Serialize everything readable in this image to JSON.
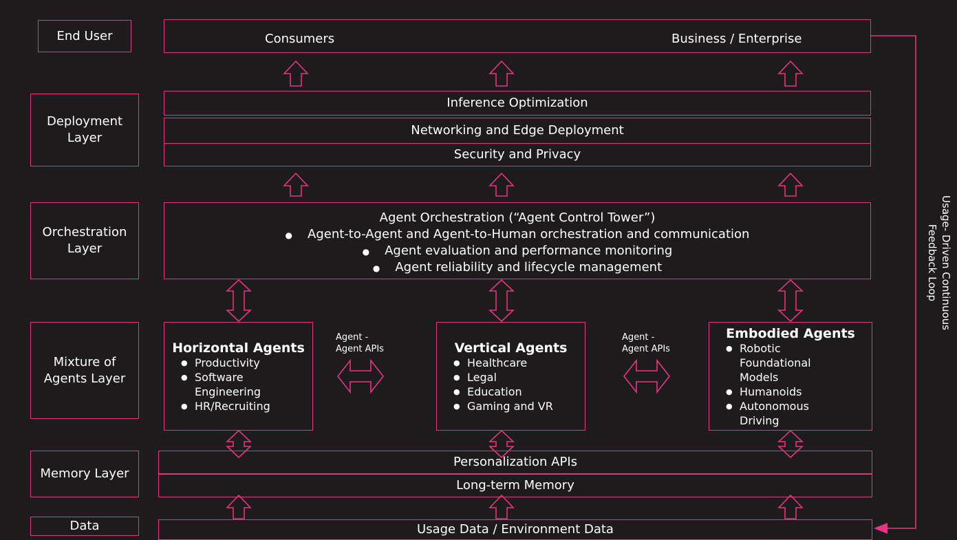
{
  "layers": {
    "end_user": "End User",
    "deployment": "Deployment Layer",
    "orchestration": "Orchestration Layer",
    "mixture": "Mixture of Agents Layer",
    "memory": "Memory Layer",
    "data": "Data"
  },
  "end_user": {
    "consumers": "Consumers",
    "business": "Business / Enterprise"
  },
  "deployment": {
    "inference": "Inference Optimization",
    "networking": "Networking and Edge Deployment",
    "security": "Security and Privacy"
  },
  "orchestration": {
    "title": "Agent Orchestration (“Agent Control Tower”)",
    "items": [
      "Agent-to-Agent and Agent-to-Human orchestration and communication",
      "Agent evaluation and performance monitoring",
      "Agent reliability and lifecycle management"
    ]
  },
  "agents": {
    "horizontal": {
      "title": "Horizontal Agents",
      "items": [
        "Productivity",
        "Software Engineering",
        "HR/Recruiting"
      ]
    },
    "vertical": {
      "title": "Vertical Agents",
      "items": [
        "Healthcare",
        "Legal",
        "Education",
        "Gaming and VR"
      ]
    },
    "embodied": {
      "title": "Embodied Agents",
      "items": [
        "Robotic Foundational Models",
        "Humanoids",
        "Autonomous Driving"
      ]
    },
    "api_label_line1": "Agent -",
    "api_label_line2": "Agent APIs"
  },
  "memory": {
    "personalization": "Personalization APIs",
    "long_term": "Long-term Memory"
  },
  "data": {
    "usage": "Usage Data / Environment Data"
  },
  "feedback": {
    "label": "Usage- Driven Continuous Feedback Loop"
  },
  "colors": {
    "accent": "#e8347e",
    "background": "#1e1b1c",
    "text": "#ffffff"
  }
}
